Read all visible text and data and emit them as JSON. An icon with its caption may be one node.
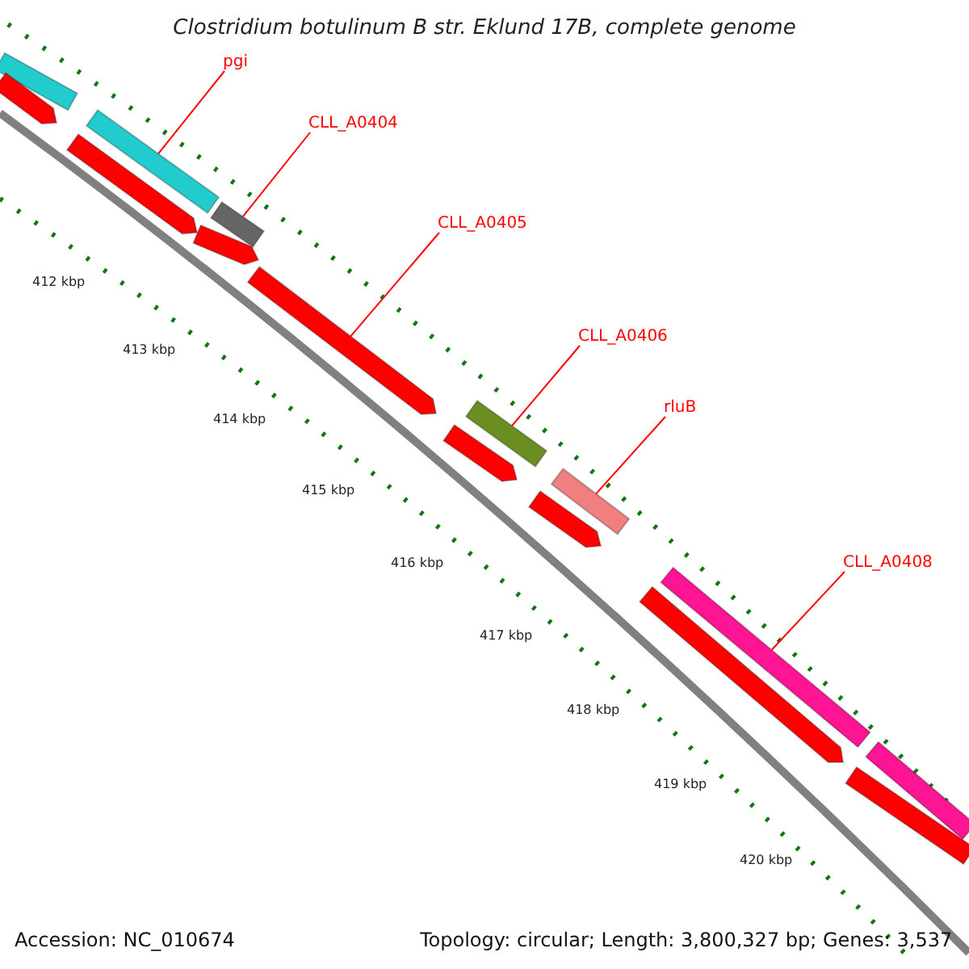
{
  "diagram": {
    "title": "Clostridium botulinum B str. Eklund 17B, complete genome",
    "nodes": [
      {
        "text": [
          "pgi"
        ]
      },
      {
        "text": [],
        "shape": "bar"
      },
      {
        "text": [
          "CLL_A0404"
        ]
      },
      {
        "text": [],
        "shape": "bar"
      },
      {
        "text": [
          "CLL_A0405"
        ]
      },
      {
        "text": [],
        "shape": "arrow"
      },
      {
        "text": [
          "CLL_A0406"
        ]
      },
      {
        "text": [],
        "shape": "bar"
      },
      {
        "text": [
          "rluB"
        ]
      },
      {
        "text": [],
        "shape": "bar"
      },
      {
        "text": [
          "CLL_A0408"
        ]
      },
      {
        "text": [],
        "shape": "bar"
      },
      {
        "text": [],
        "shape": "bar"
      },
      {
        "text": [],
        "shape": "arrow"
      },
      {
        "text": [],
        "shape": "arrow"
      },
      {
        "text": [],
        "shape": "arrow"
      },
      {
        "text": [],
        "shape": "arrow"
      },
      {
        "text": [],
        "shape": "arrow"
      },
      {
        "text": [],
        "shape": "arrow"
      },
      {
        "text": [],
        "shape": "bar"
      },
      {
        "text": [],
        "shape": "bar"
      }
    ],
    "edges": [
      {
        "from": 0,
        "to": 1,
        "arrow": "none"
      },
      {
        "from": 2,
        "to": 3,
        "arrow": "none"
      },
      {
        "from": 4,
        "to": 5,
        "arrow": "none"
      },
      {
        "from": 6,
        "to": 7,
        "arrow": "none"
      },
      {
        "from": 8,
        "to": 9,
        "arrow": "none"
      },
      {
        "from": 10,
        "to": 11,
        "arrow": "none"
      }
    ],
    "labels": [
      "412 kbp",
      "413 kbp",
      "414 kbp",
      "415 kbp",
      "416 kbp",
      "417 kbp",
      "418 kbp",
      "419 kbp",
      "420 kbp",
      "Accession: NC_010674",
      "Topology: circular; Length: 3,800,327 bp; Genes: 3,537"
    ]
  }
}
